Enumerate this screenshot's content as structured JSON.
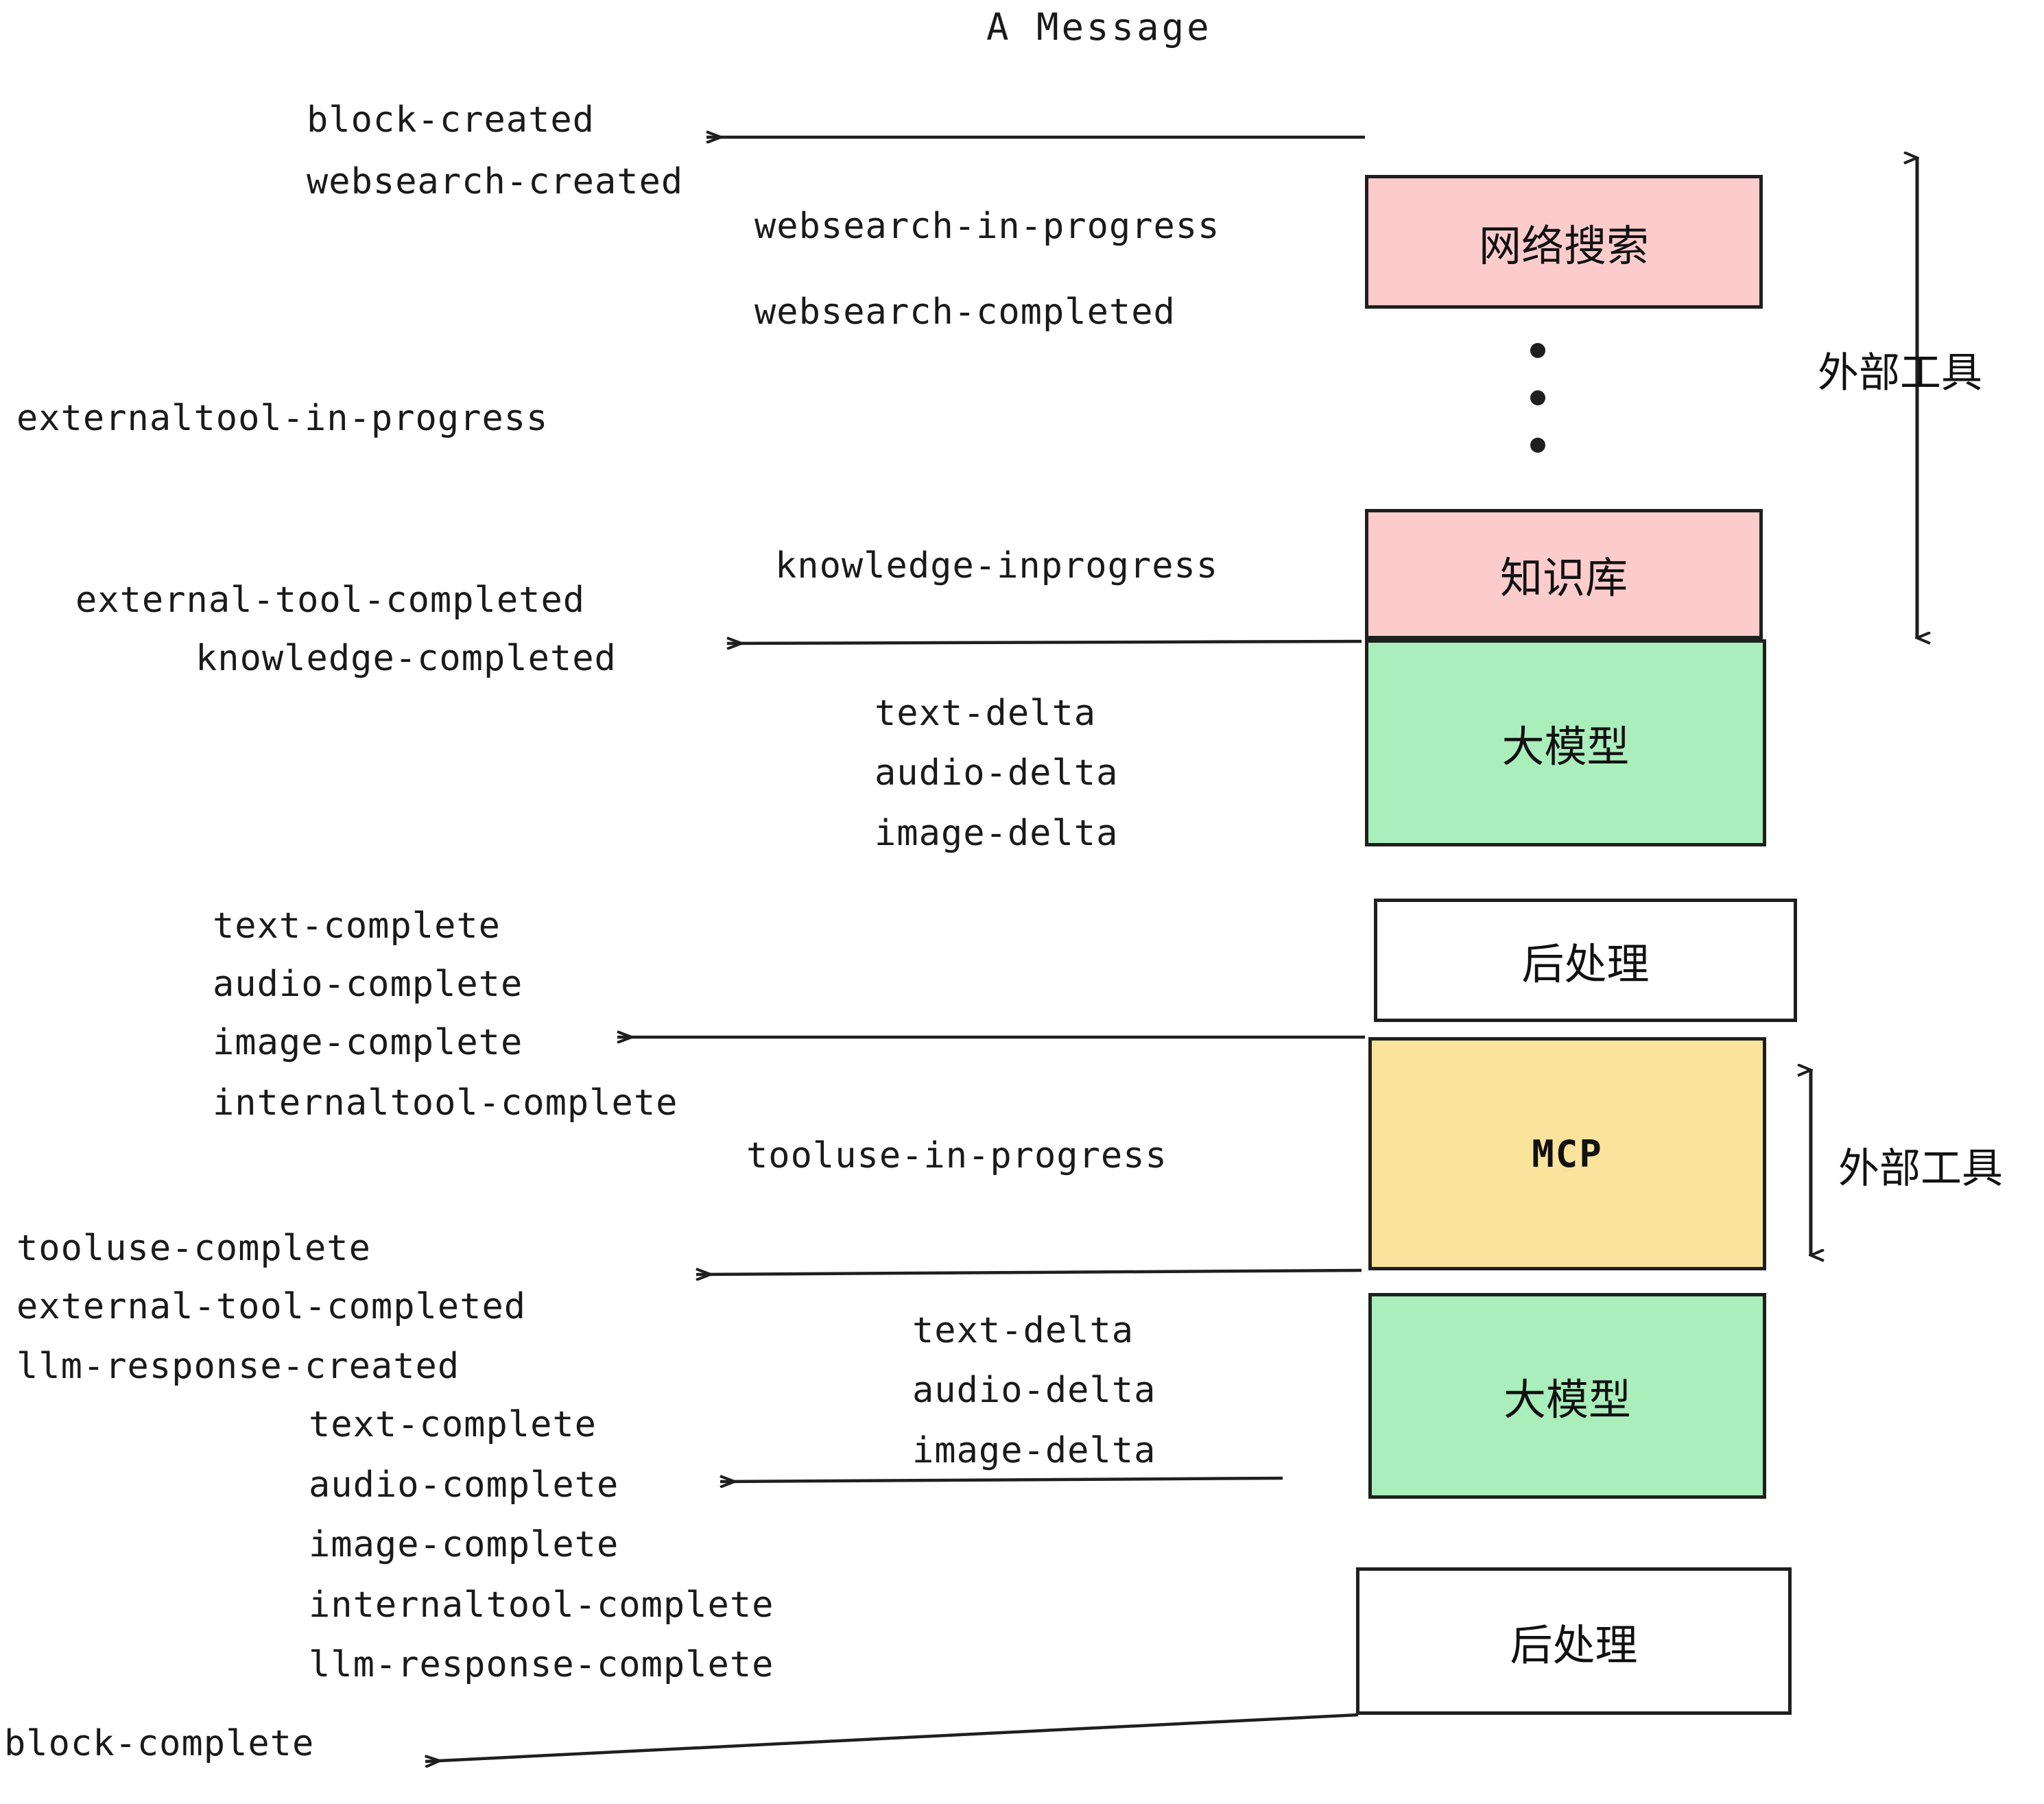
{
  "title": "A Message",
  "colors": {
    "pink": "#fccccc",
    "green": "#aaeebb",
    "yellow": "#fae49c",
    "white": "#ffffff",
    "stroke": "#1f1f1f",
    "text": "#1a1a1a"
  },
  "boxes": [
    {
      "id": "websearch",
      "label": "网络搜索",
      "fill": "pink"
    },
    {
      "id": "knowledge",
      "label": "知识库",
      "fill": "pink"
    },
    {
      "id": "llm-top",
      "label": "大模型",
      "fill": "green"
    },
    {
      "id": "postprocess-top",
      "label": "后处理",
      "fill": "white"
    },
    {
      "id": "mcp",
      "label": "MCP",
      "fill": "yellow"
    },
    {
      "id": "llm-bottom",
      "label": "大模型",
      "fill": "green"
    },
    {
      "id": "postprocess-bottom",
      "label": "后处理",
      "fill": "white"
    }
  ],
  "side_labels": [
    {
      "id": "external-tools-top",
      "label": "外部工具"
    },
    {
      "id": "external-tools-bottom",
      "label": "外部工具"
    }
  ],
  "events": {
    "block_created": "block-created",
    "websearch_created": "websearch-created",
    "websearch_in_progress": "websearch-in-progress",
    "websearch_completed": "websearch-completed",
    "externaltool_in_progress": "externaltool-in-progress",
    "knowledge_inprogress": "knowledge-inprogress",
    "external_tool_completed_1": "external-tool-completed",
    "knowledge_completed": "knowledge-completed",
    "text_delta_1": "text-delta",
    "audio_delta_1": "audio-delta",
    "image_delta_1": "image-delta",
    "text_complete_1": "text-complete",
    "audio_complete_1": "audio-complete",
    "image_complete_1": "image-complete",
    "internaltool_complete_1": "internaltool-complete",
    "tooluse_in_progress": "tooluse-in-progress",
    "tooluse_complete": "tooluse-complete",
    "external_tool_completed_2": "external-tool-completed",
    "llm_response_created": "llm-response-created",
    "text_delta_2": "text-delta",
    "audio_delta_2": "audio-delta",
    "image_delta_2": "image-delta",
    "text_complete_2": "text-complete",
    "audio_complete_2": "audio-complete",
    "image_complete_2": "image-complete",
    "internaltool_complete_2": "internaltool-complete",
    "llm_response_complete": "llm-response-complete",
    "block_complete": "block-complete"
  }
}
